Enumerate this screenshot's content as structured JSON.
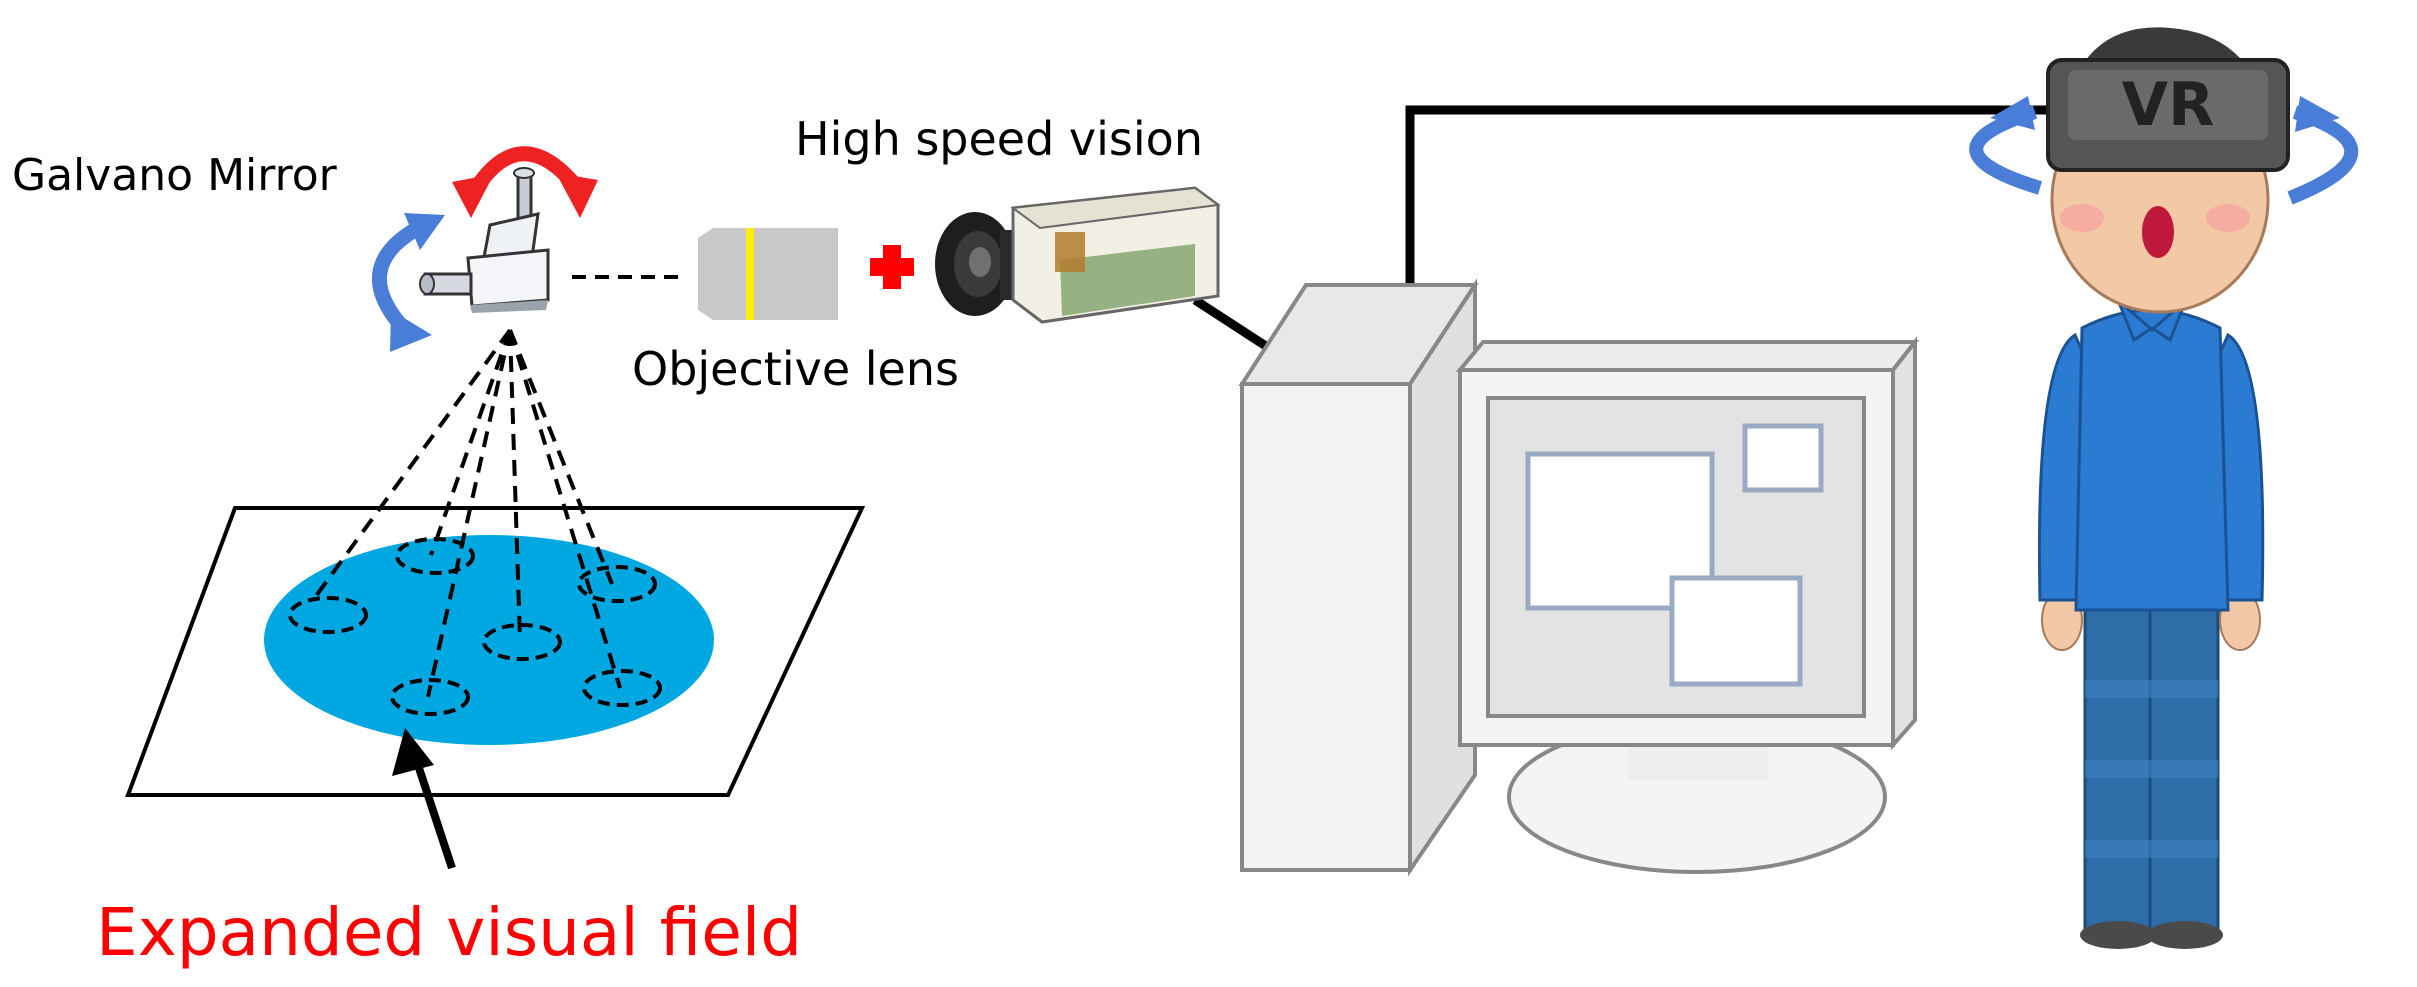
{
  "labels": {
    "galvano_mirror": "Galvano Mirror",
    "high_speed_vision": "High speed vision",
    "objective_lens": "Objective lens",
    "expanded_visual_field": "Expanded visual field",
    "vr_headset_text": "VR"
  },
  "colors": {
    "visual_field": "#00a7e1",
    "highlight_text": "#ff0000",
    "plus_sign": "#ff0000",
    "rotation_arrow_red": "#ee2222",
    "rotation_arrow_blue": "#4a7dd8",
    "monitor_frame": "#888888",
    "window_border": "#9aa9c4",
    "shirt": "#2a7bd1",
    "pants": "#2f6da8",
    "lens_band": "#ffee00"
  },
  "icons": [
    "galvano-mirror-icon",
    "objective-lens-icon",
    "plus-icon",
    "camera-icon",
    "computer-tower-icon",
    "monitor-icon",
    "person-vr-icon",
    "vr-headset-icon"
  ]
}
